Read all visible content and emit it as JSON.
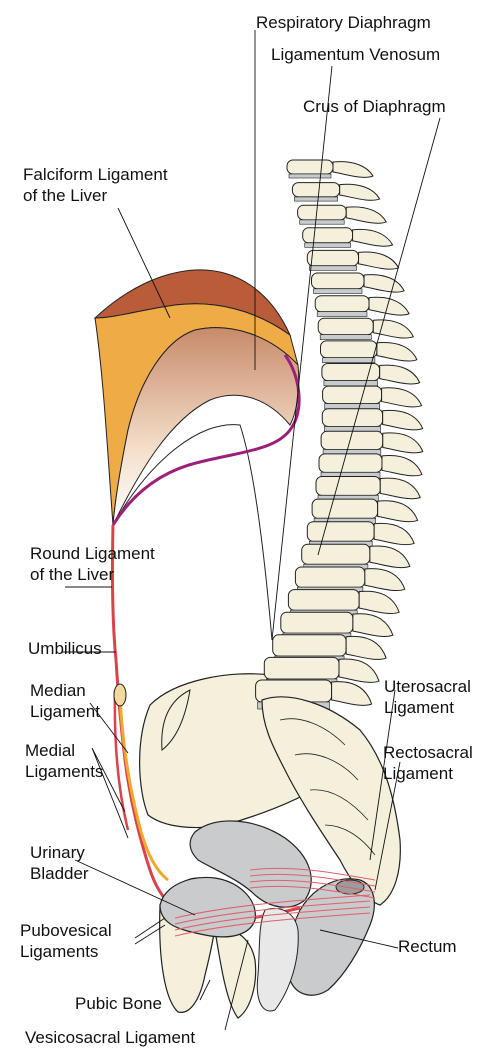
{
  "labels": {
    "respiratory_diaphragm": "Respiratory Diaphragm",
    "ligamentum_venosum": "Ligamentum Venosum",
    "crus_of_diaphragm": "Crus of Diaphragm",
    "falciform_line1": "Falciform Ligament",
    "falciform_line2": "of the Liver",
    "round_line1": "Round Ligament",
    "round_line2": "of the Liver",
    "umbilicus": "Umbilicus",
    "median_line1": "Median",
    "median_line2": "Ligament",
    "medial_line1": "Medial",
    "medial_line2": "Ligaments",
    "urinary_line1": "Urinary",
    "urinary_line2": "Bladder",
    "pubovesical_line1": "Pubovesical",
    "pubovesical_line2": "Ligaments",
    "pubic_bone": "Pubic Bone",
    "vesicosacral": "Vesicosacral Ligament",
    "uterosacral_line1": "Uterosacral",
    "uterosacral_line2": "Ligament",
    "rectosacral_line1": "Rectosacral",
    "rectosacral_line2": "Ligament",
    "rectum": "Rectum"
  },
  "colors": {
    "bone": "#f5f0dc",
    "bone_outline": "#222222",
    "disc": "#c8cbcd",
    "falciform": "#efab45",
    "falciform_top": "#b85c3a",
    "diaphragm": "#d8a07a",
    "ligamentum_venosum": "#9c1f7a",
    "round_ligament": "#d9434c",
    "median_ligament": "#f0a830",
    "organ": "#c9cbcd",
    "sacral_ligaments": "#e0606a"
  }
}
